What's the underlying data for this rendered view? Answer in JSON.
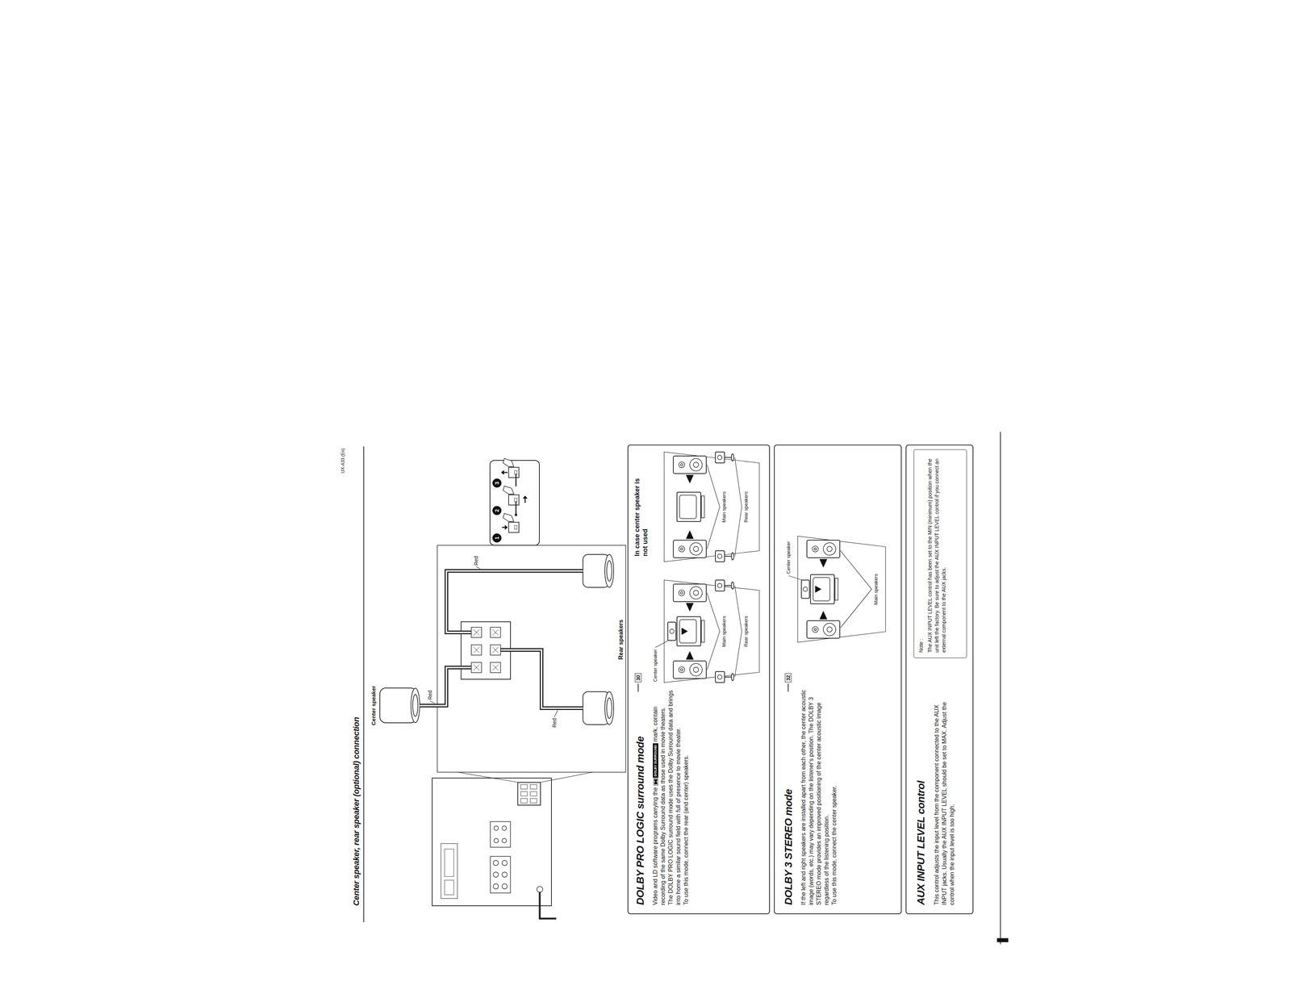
{
  "diagram": {
    "title": "Center speaker, rear speaker (optional) connection",
    "nodes": [
      {
        "text": [
          "DOLBY PRO LOGIC surround mode",
          "Video and LD software programs carrying the",
          "mark, contain recording of the same Dolby Surround data as those used in movie theaters.",
          "The DOLBY PRO LOGIC surround mode uses the Dolby Surround data and brings into home a similar sound field with full of presence to movie theater.",
          "To use this mode, connect the rear (and center) speakers."
        ]
      },
      {
        "text": [
          "DOLBY 3 STEREO mode",
          "If the left and right speakers are installed apart from each other, the center acoustic image (words, etc.) may vary depending on the listener's position. The DOLBY 3 STEREO mode provides an improved positioning of the center acoustic image regardless of the listening position.",
          "To use this mode, connect the center speaker."
        ]
      },
      {
        "text": [
          "AUX INPUT LEVEL control",
          "This control adjusts the input level from the component connected to the AUX INPUT jacks. Usually the AUX INPUT LEVEL should be set to MAX. Adjust the control when the input level is too high."
        ]
      },
      {
        "text": [
          "Note :",
          "The AUX INPUT LEVEL control has been set to the MIN (minimum) position when the unit left the factory. Be sure to adjust the AUX INPUT LEVEL control if you connect an external component to the AUX jacks."
        ],
        "in": 2
      }
    ],
    "labels": [
      "UX-A33 (En)",
      "Center speaker",
      "Red",
      "Red",
      "Red",
      "Rear speakers",
      "1",
      "2",
      "3",
      "30",
      "DOLBY SURROUND",
      "Center speaker",
      "Main speakers",
      "Rear speakers",
      "In case center speaker is not used",
      "Main speakers",
      "Rear speakers",
      "32",
      "Center speaker",
      "Main speakers"
    ]
  }
}
